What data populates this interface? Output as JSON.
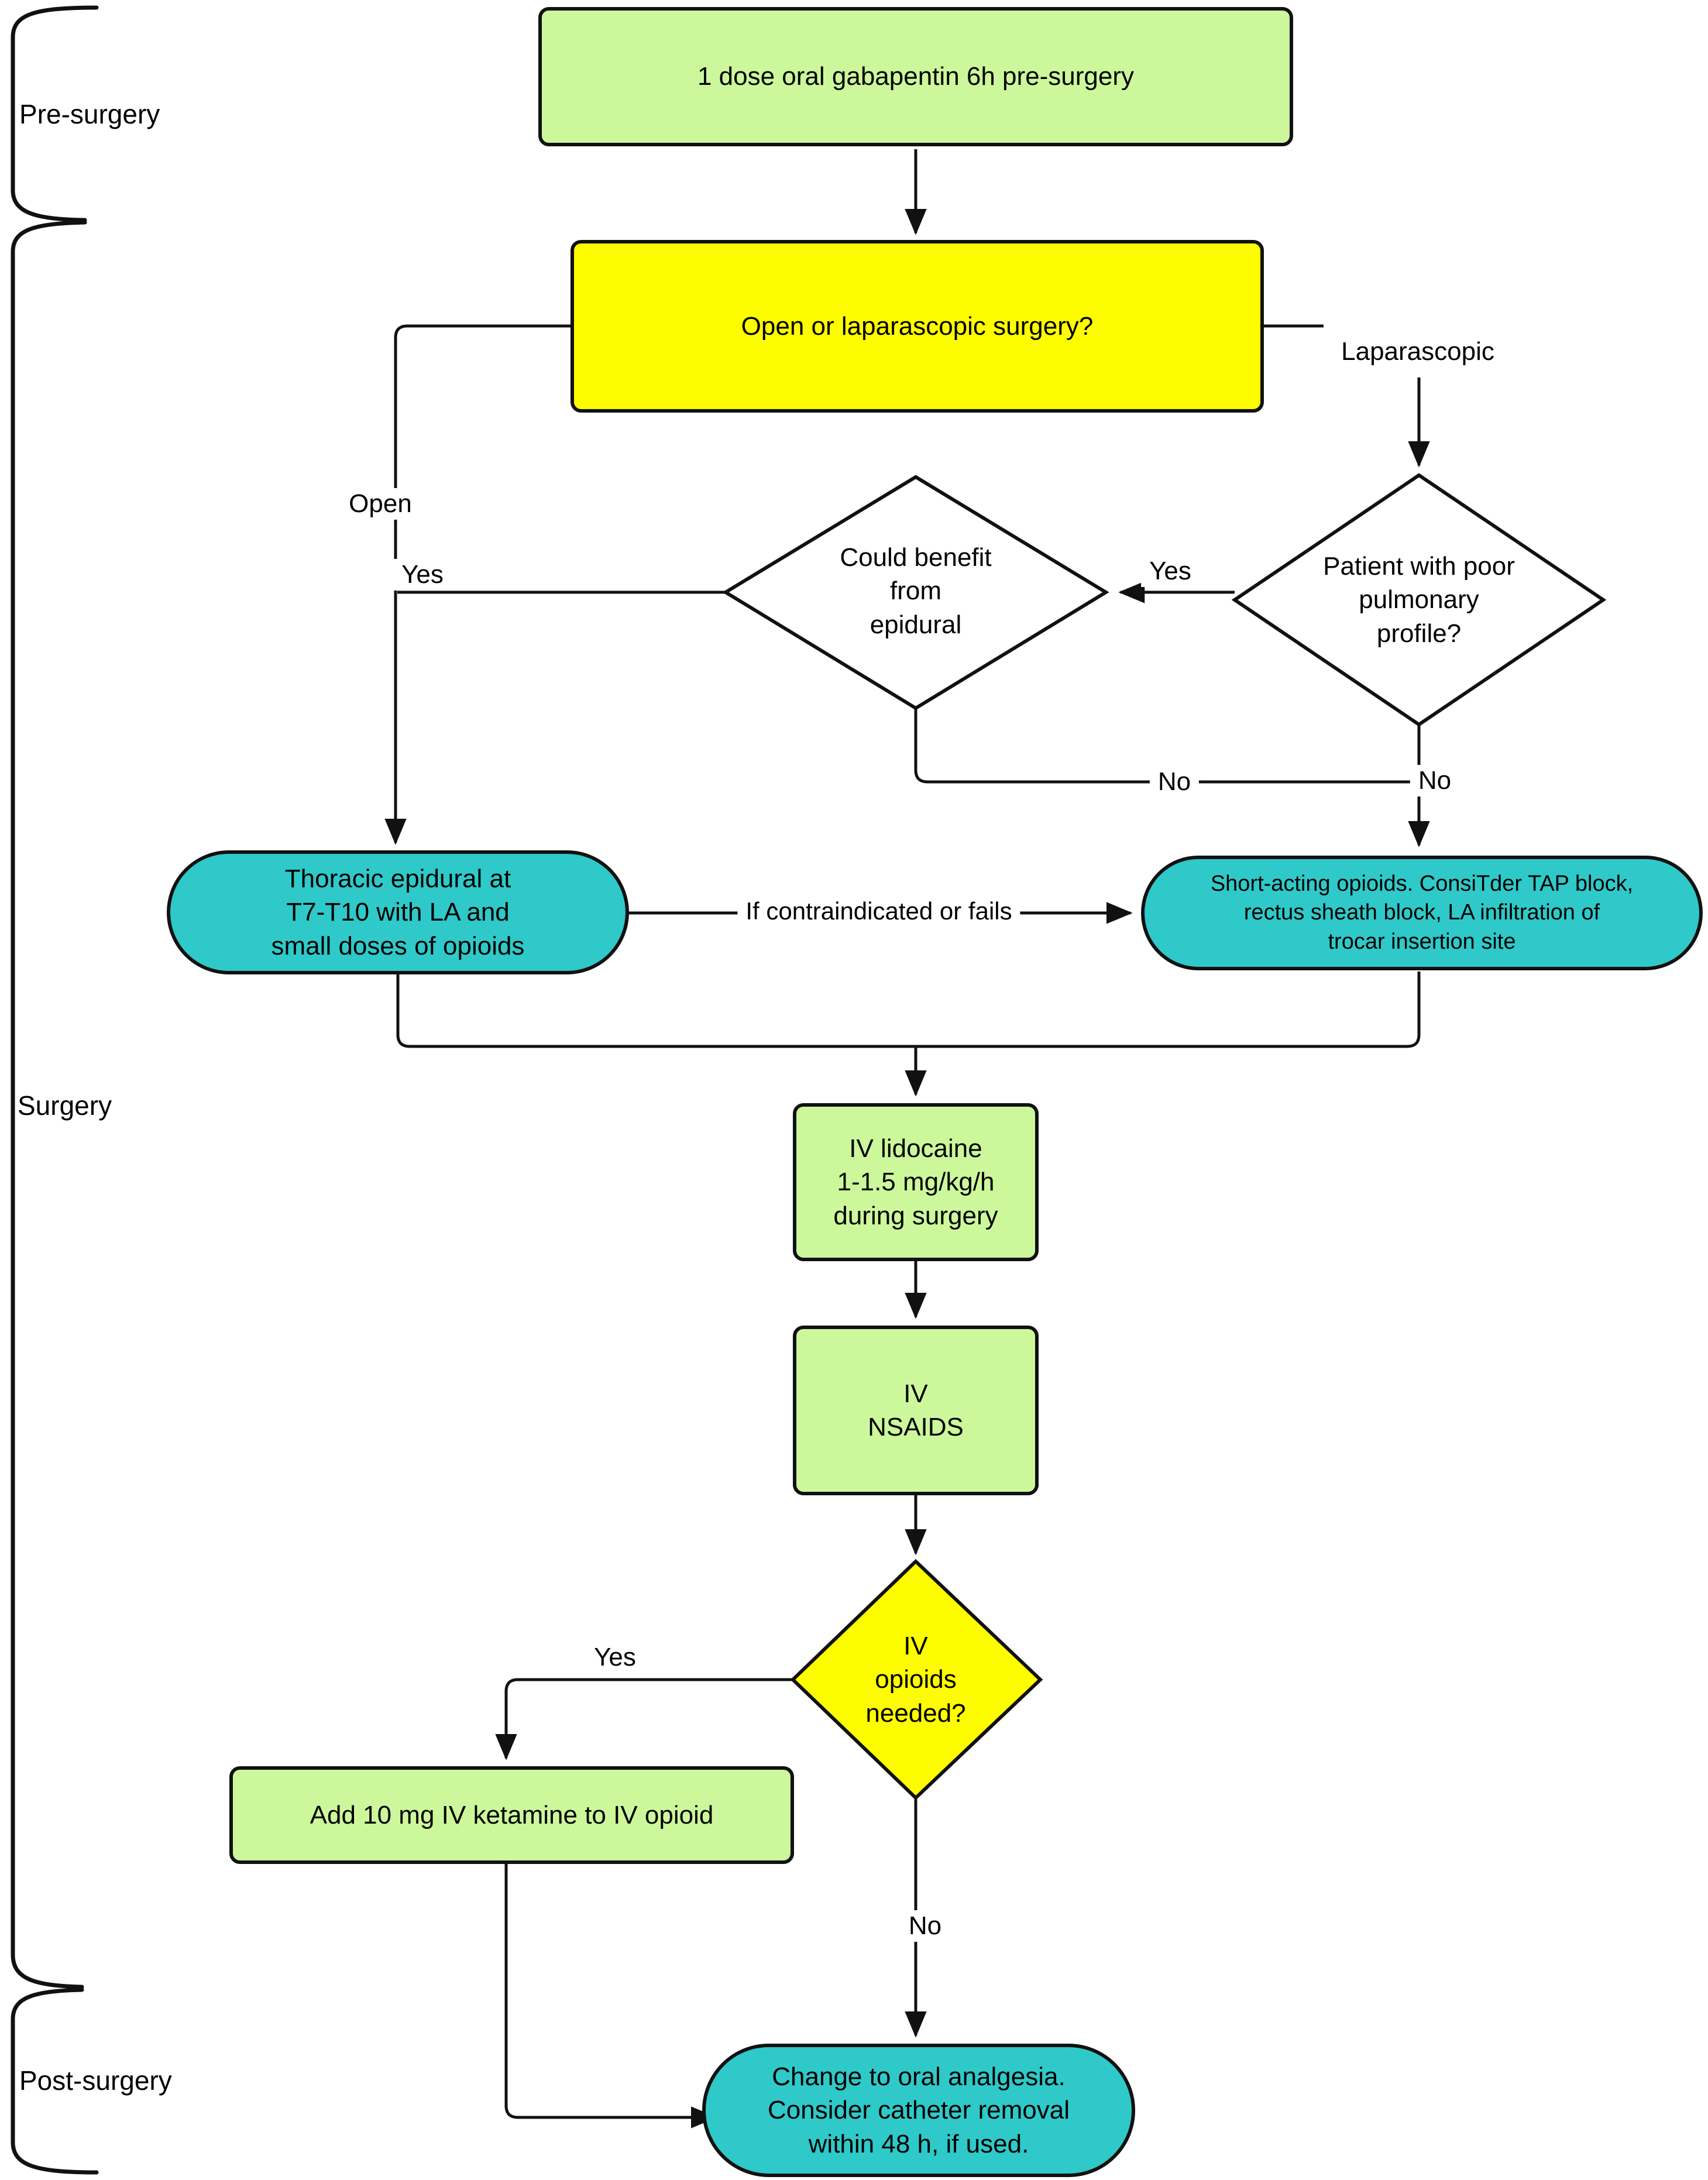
{
  "colors": {
    "green": "#ccf89b",
    "yellow": "#fdfd00",
    "teal": "#2fc9c9",
    "white": "#ffffff",
    "line": "#111111"
  },
  "phases": {
    "pre": "Pre-surgery",
    "surgery": "Surgery",
    "post": "Post-surgery"
  },
  "nodes": {
    "gabapentin": "1 dose oral gabapentin 6h pre-surgery",
    "surgery_type": "Open or laparascopic surgery?",
    "epidural_benefit": "Could benefit\nfrom\nepidural",
    "pulmonary": "Patient with poor\npulmonary\nprofile?",
    "thoracic_epidural": "Thoracic epidural at\nT7-T10 with LA and\nsmall doses of opioids",
    "short_acting": "Short-acting opioids. ConsiTder TAP block,\nrectus sheath block, LA infiltration of\ntrocar insertion site",
    "lidocaine": "IV lidocaine\n1-1.5 mg/kg/h\nduring surgery",
    "nsaids": "IV\nNSAIDS",
    "opioids_needed": "IV\nopioids\nneeded?",
    "ketamine": "Add 10 mg IV ketamine to IV opioid",
    "oral_analgesia": "Change to oral analgesia.\nConsider catheter removal\nwithin 48 h, if used."
  },
  "edge_labels": {
    "laparascopic": "Laparascopic",
    "open": "Open",
    "yes_epidural": "Yes",
    "yes_pulmonary": "Yes",
    "no_epidural": "No",
    "no_pulmonary": "No",
    "contraindicated": "If contraindicated or fails",
    "yes_opioids": "Yes",
    "no_opioids": "No"
  }
}
